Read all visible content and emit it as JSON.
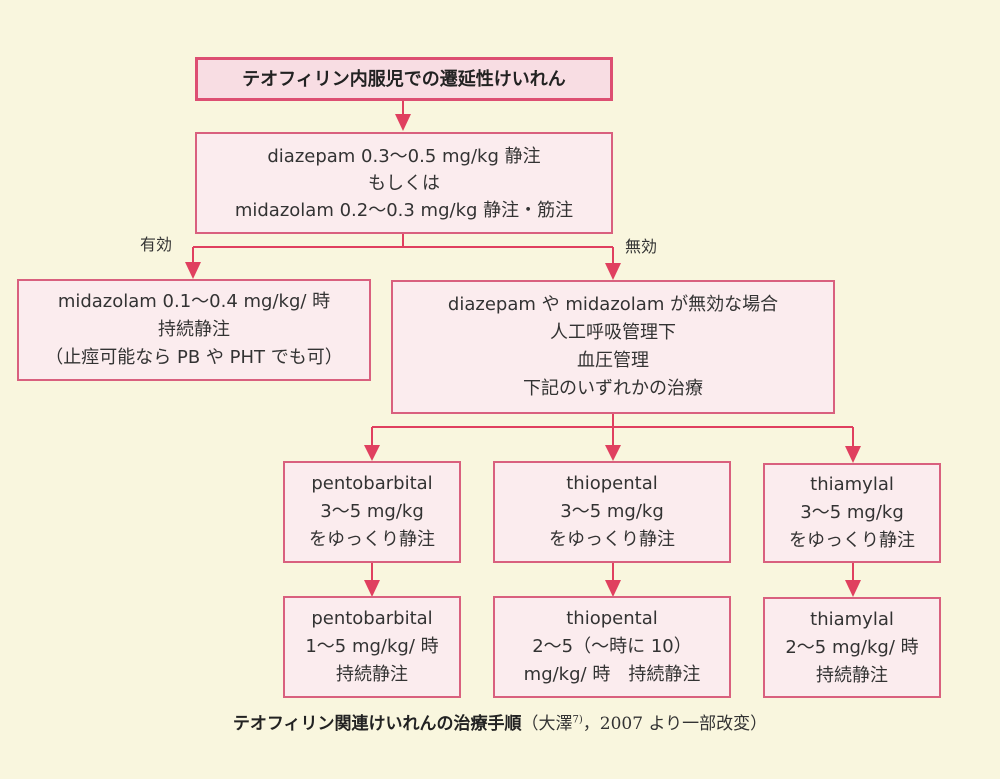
{
  "diagram": {
    "nodes": {
      "start": {
        "lines": [
          "テオフィリン内服児での遷延性けいれん"
        ]
      },
      "first_line": {
        "lines": [
          "diazepam 0.3〜0.5 mg/kg 静注",
          "もしくは",
          "midazolam 0.2〜0.3 mg/kg 静注・筋注"
        ]
      },
      "effective": {
        "lines": [
          "midazolam 0.1〜0.4 mg/kg/ 時",
          "持続静注",
          "（止痙可能なら PB や PHT でも可）"
        ]
      },
      "ineffective": {
        "lines": [
          "diazepam や midazolam が無効な場合",
          "人工呼吸管理下",
          "血圧管理",
          "下記のいずれかの治療"
        ]
      },
      "pento_bolus": {
        "lines": [
          "pentobarbital",
          "3〜5 mg/kg",
          "をゆっくり静注"
        ]
      },
      "thio_bolus": {
        "lines": [
          "thiopental",
          "3〜5 mg/kg",
          "をゆっくり静注"
        ]
      },
      "thiamy_bolus": {
        "lines": [
          "thiamylal",
          "3〜5 mg/kg",
          "をゆっくり静注"
        ]
      },
      "pento_cont": {
        "lines": [
          "pentobarbital",
          "1〜5 mg/kg/ 時",
          "持続静注"
        ]
      },
      "thio_cont": {
        "lines": [
          "thiopental",
          "2〜5（〜時に 10）",
          "mg/kg/ 時　持続静注"
        ]
      },
      "thiamy_cont": {
        "lines": [
          "thiamylal",
          "2〜5 mg/kg/ 時",
          "持続静注"
        ]
      }
    },
    "edge_labels": {
      "effective": "有効",
      "ineffective": "無効"
    },
    "edges": [
      [
        "start",
        "first_line"
      ],
      [
        "first_line",
        "effective",
        "有効"
      ],
      [
        "first_line",
        "ineffective",
        "無効"
      ],
      [
        "ineffective",
        "pento_bolus"
      ],
      [
        "ineffective",
        "thio_bolus"
      ],
      [
        "ineffective",
        "thiamy_bolus"
      ],
      [
        "pento_bolus",
        "pento_cont"
      ],
      [
        "thio_bolus",
        "thio_cont"
      ],
      [
        "thiamy_bolus",
        "thiamy_cont"
      ]
    ],
    "colors": {
      "background": "#f9f6de",
      "box_fill": "#fbecee",
      "box_border": "#d9607e",
      "arrow": "#e0405f"
    }
  },
  "caption": {
    "main": "テオフィリン関連けいれんの治療手順",
    "source_open": "（大澤",
    "source_ref": "7)",
    "source_rest": "，2007 より一部改変）"
  }
}
